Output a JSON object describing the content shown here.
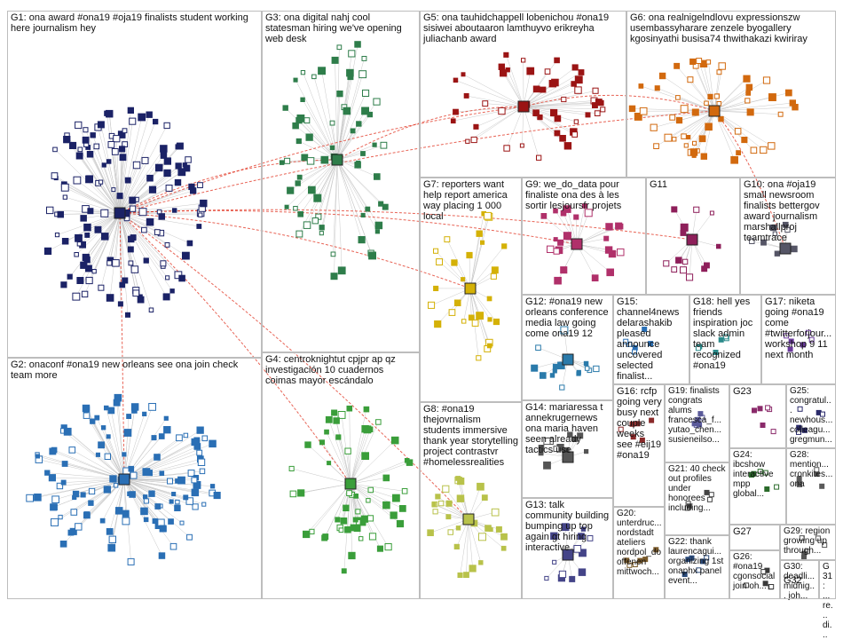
{
  "graph": {
    "colors": {
      "G1": "#1b2266",
      "G2": "#2a6fb5",
      "G3": "#2e7d4a",
      "G4": "#3a9e3a",
      "G5": "#9b1414",
      "G6": "#d2690e",
      "G7": "#d4b106",
      "G8": "#b8c24a",
      "G9": "#b0306a",
      "G10": "#555566",
      "G11": "#8e1f5a",
      "G12": "#2a7aaa",
      "G13": "#444488",
      "G14": "#555555",
      "edge": "#c8c8c8",
      "inter_edge": "#e0301e"
    },
    "groups": [
      {
        "id": "G1",
        "label": "G1: ona award #ona19 #oja19 finalists student working here journalism hey"
      },
      {
        "id": "G2",
        "label": "G2: onaconf #ona19 new orleans see ona join check team more"
      },
      {
        "id": "G3",
        "label": "G3: ona digital nahj cool statesman hiring we've opening web desk"
      },
      {
        "id": "G4",
        "label": "G4: centroknightut cpjpr ap qz investigación 10 cuadernos coimas mayor escándalo"
      },
      {
        "id": "G5",
        "label": "G5: ona tauhidchappell lobenichou #ona19 sisiwei aboutaaron lamthuyvo erikreyha juliachanb award"
      },
      {
        "id": "G6",
        "label": "G6: ona realnigelndlovu expressionszw usembassyharare zenzele byogallery kgosinyathi busisa74 thwithakazi kwiriray"
      },
      {
        "id": "G7",
        "label": "G7: reporters want help report america way placing 1 000 local"
      },
      {
        "id": "G8",
        "label": "G8: #ona19 thejovrnalism students immersive thank year storytelling project contrastvr #homelessrealities"
      },
      {
        "id": "G9",
        "label": "G9: we_do_data pour finaliste ona des à les sortir lesjoursfr projets"
      },
      {
        "id": "G10",
        "label": "G10: ona #oja19 small newsroom finalists bettergov award journalism marshallproj teamtrace"
      },
      {
        "id": "G11",
        "label": "G11"
      },
      {
        "id": "G12",
        "label": "G12: #ona19 new orleans conference media law going come ona19 12"
      },
      {
        "id": "G13",
        "label": "G13: talk community building bumping up top again gt hiring interactive"
      },
      {
        "id": "G14",
        "label": "G14: mariaressa t annekrugernews ona maria haven seen already tactics use"
      },
      {
        "id": "G15",
        "label": "G15: channel4news delarashakib pleased announce uncovered selected finalist..."
      },
      {
        "id": "G16",
        "label": "G16: rcfp going very busy next couple weeks see #eij19 #ona19"
      },
      {
        "id": "G17",
        "label": "G17: niketa going #ona19 come #twitterforjour... workshop 9 11 next month"
      },
      {
        "id": "G18",
        "label": "G18: hell yes friends inspiration joc slack admin team recognized #ona19"
      },
      {
        "id": "G19",
        "label": "G19: finalists congrats alums francesca_f... yutao_chen... susieneilso..."
      },
      {
        "id": "G20",
        "label": "G20: unterdruc... nordstadt ateliers nordpol_do offenen mittwoch..."
      },
      {
        "id": "G21",
        "label": "G21: 40 check out profiles under honorees including..."
      },
      {
        "id": "G22",
        "label": "G22: thank laurencagui... organizing 1st onaphx panel event..."
      },
      {
        "id": "G23",
        "label": "G23"
      },
      {
        "id": "G24",
        "label": "G24: ibcshow interactive mpp global..."
      },
      {
        "id": "G25",
        "label": "G25: congratul... newhous... colleagu... gregmun..."
      },
      {
        "id": "G26",
        "label": "G26: #ona19 cgonsocial join oh..."
      },
      {
        "id": "G27",
        "label": "G27"
      },
      {
        "id": "G28",
        "label": "G28: mention... cronkites... ona"
      },
      {
        "id": "G29",
        "label": "G29: region growing up through..."
      },
      {
        "id": "G30",
        "label": "G30: deadli... midnig... joh..."
      },
      {
        "id": "G31",
        "label": "G31: ... re... di..."
      },
      {
        "id": "G32",
        "label": "G32"
      }
    ]
  }
}
